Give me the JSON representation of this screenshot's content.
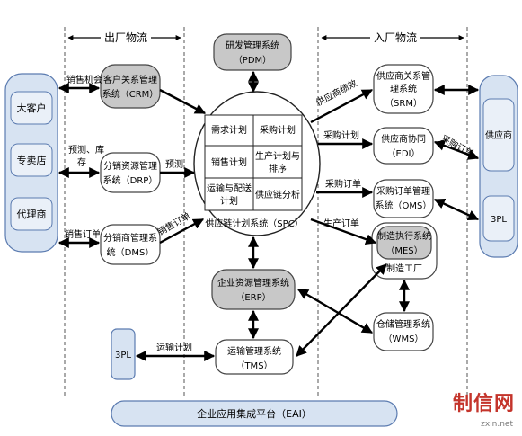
{
  "headers": {
    "outbound": "出厂物流",
    "inbound": "入厂物流"
  },
  "customers": [
    "大客户",
    "专卖店",
    "代理商"
  ],
  "left_systems": {
    "crm": [
      "客户关系管理",
      "系统（CRM）"
    ],
    "drp": [
      "分销资源管理",
      "系统（DRP）"
    ],
    "dms": [
      "分销商管理系",
      "统（DMS）"
    ]
  },
  "left_edge_labels": {
    "sales_opportunity": "销售机会",
    "forecast_stock": [
      "预测、库",
      "存"
    ],
    "sales_order": "销售订单"
  },
  "center_edge_labels": {
    "forecast": "预测",
    "sales_order": "销售订单"
  },
  "pdm": [
    "研发管理系统",
    "（PDM）"
  ],
  "spc": {
    "cells": [
      [
        "需求计划",
        "采购计划"
      ],
      [
        "销售计划",
        "生产计划与排序"
      ],
      [
        "运输与配送计划",
        "供应链分析"
      ]
    ],
    "caption": "供应链计划系统（SPC）"
  },
  "erp": [
    "企业资源管理系统",
    "（ERP）"
  ],
  "tms": [
    "运输管理系统",
    "（TMS）"
  ],
  "threepl_left": "3PL",
  "transport_plan": "运输计划",
  "right_systems": {
    "srm": [
      "供应商关系管",
      "理系统",
      "（SRM）"
    ],
    "edi": [
      "供应商协同",
      "（EDI）"
    ],
    "oms": [
      "采购订单管理",
      "系统（OMS）"
    ],
    "mes": [
      "制造执行系统",
      "（MES）"
    ],
    "factory": "制造工厂",
    "wms": [
      "仓储管理系统",
      "（WMS）"
    ]
  },
  "right_edge_labels": {
    "supplier_performance": "供应商绩效",
    "purchase_plan": "采购计划",
    "purchase_order_mid": "采购订单",
    "production_order": "生产订单",
    "purchase_order_right": "采购订单"
  },
  "suppliers": {
    "supplier": "供应商",
    "threepl": "3PL"
  },
  "eai": "企业应用集成平台（EAI）",
  "watermark": "制信网",
  "watermark_url": "zxin.net"
}
